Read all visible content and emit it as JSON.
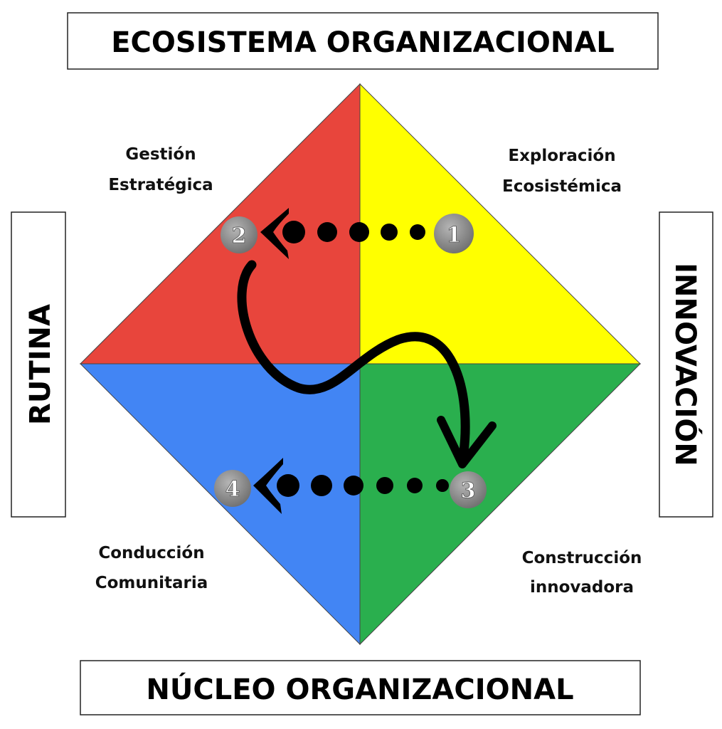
{
  "titles": {
    "top": "ECOSISTEMA ORGANIZACIONAL",
    "bottom": "NÚCLEO ORGANIZACIONAL",
    "left": "RUTINA",
    "right": "INNOVACIÓN"
  },
  "quadrants": [
    {
      "id": "top-left",
      "line1": "Gestión",
      "line2": "Estratégica",
      "color": "#E8453C"
    },
    {
      "id": "top-right",
      "line1": "Exploración",
      "line2": "Ecosistémica",
      "color": "#FFFF00"
    },
    {
      "id": "bottom-left",
      "line1": "Conducción",
      "line2": "Comunitaria",
      "color": "#4285F4"
    },
    {
      "id": "bottom-right",
      "line1": "Construcción",
      "line2": "innovadora",
      "color": "#2AAF4E"
    }
  ],
  "steps": [
    "1",
    "2",
    "3",
    "4"
  ]
}
